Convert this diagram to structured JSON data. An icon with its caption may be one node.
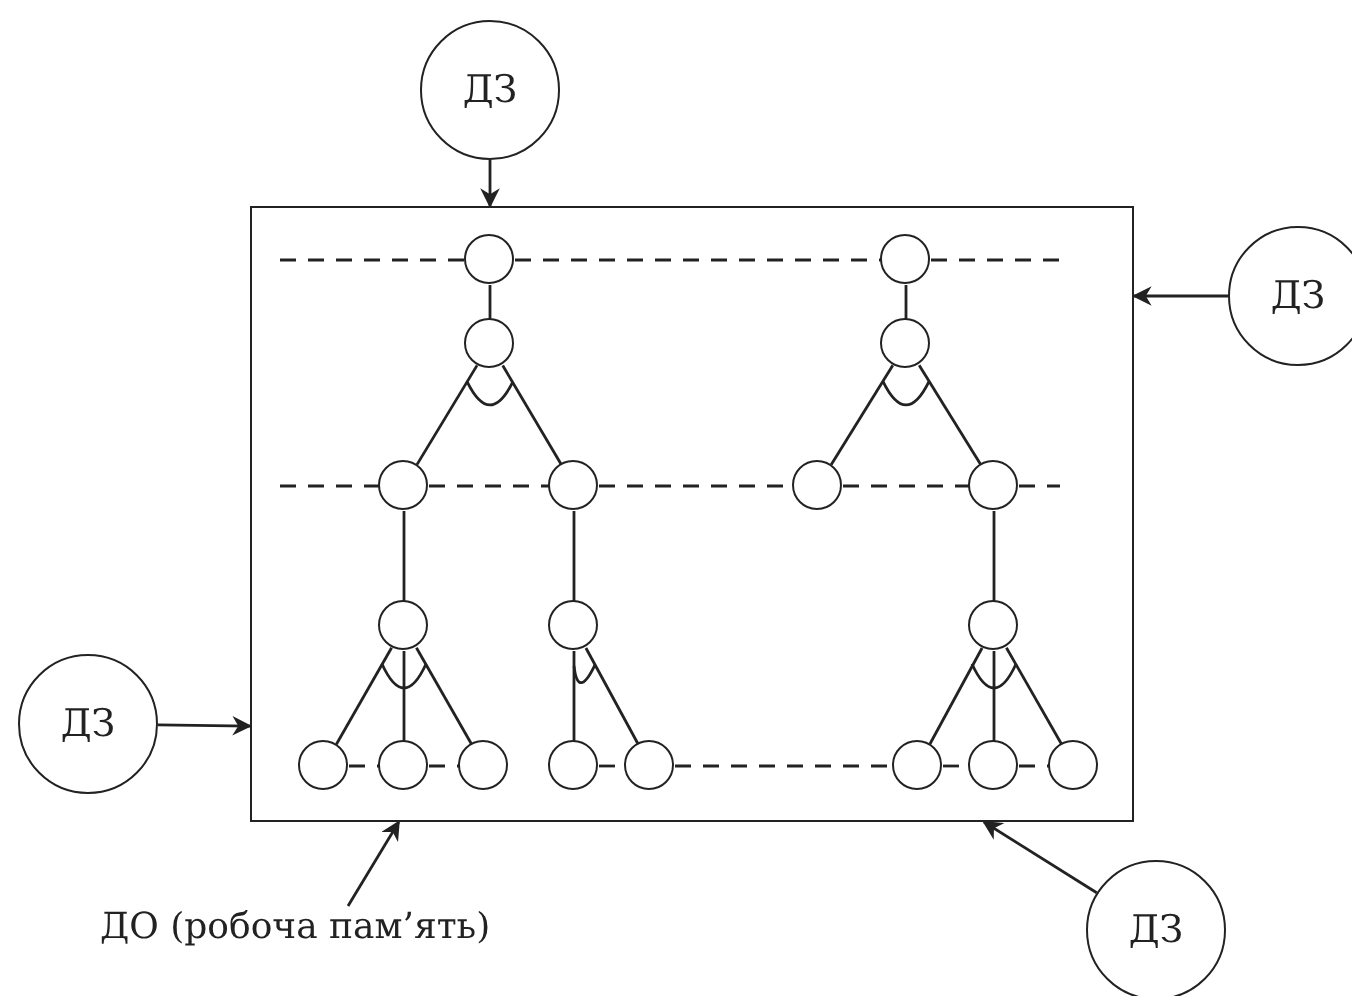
{
  "diagram": {
    "nodes": [
      {
        "text": [
          "ДЗ"
        ]
      },
      {
        "text": [],
        "shape": "box"
      },
      {
        "text": [
          "ДЗ"
        ]
      },
      {
        "text": [],
        "shape": "circle",
        "in": 1
      },
      {
        "text": [],
        "shape": "circle",
        "in": 1
      },
      {
        "text": [],
        "shape": "circle",
        "in": 1
      },
      {
        "text": [],
        "shape": "circle",
        "in": 1
      },
      {
        "text": [],
        "shape": "circle",
        "in": 1
      },
      {
        "text": [],
        "shape": "circle",
        "in": 1
      },
      {
        "text": [],
        "shape": "circle",
        "in": 1
      },
      {
        "text": [],
        "shape": "circle",
        "in": 1
      },
      {
        "text": [],
        "shape": "circle",
        "in": 1
      },
      {
        "text": [],
        "shape": "circle",
        "in": 1
      },
      {
        "text": [],
        "shape": "circle",
        "in": 1
      },
      {
        "text": [],
        "shape": "circle",
        "in": 1
      },
      {
        "text": [],
        "shape": "circle",
        "in": 1
      },
      {
        "text": [],
        "shape": "circle",
        "in": 1
      },
      {
        "text": [],
        "shape": "circle",
        "in": 1
      },
      {
        "text": [],
        "shape": "circle",
        "in": 1
      },
      {
        "text": [],
        "shape": "circle",
        "in": 1
      },
      {
        "text": [],
        "shape": "circle",
        "in": 1
      },
      {
        "text": [],
        "shape": "circle",
        "in": 1
      },
      {
        "text": [
          "ДЗ"
        ]
      },
      {
        "text": [
          "ДО (робоча пам’ять)"
        ]
      },
      {
        "text": [
          "ДЗ"
        ]
      }
    ],
    "edges": [
      {
        "from": 0,
        "to": 1,
        "arrow": "to"
      },
      {
        "from": 2,
        "to": 1,
        "arrow": "to"
      },
      {
        "from": 22,
        "to": 1,
        "arrow": "to"
      },
      {
        "from": 23,
        "to": 1,
        "arrow": "to"
      },
      {
        "from": 24,
        "to": 1,
        "arrow": "to"
      },
      {
        "from": 3,
        "to": 5,
        "arrow": "none"
      },
      {
        "from": 5,
        "to": 7,
        "arrow": "none"
      },
      {
        "from": 5,
        "to": 8,
        "arrow": "none"
      },
      {
        "from": 7,
        "to": 11,
        "arrow": "none"
      },
      {
        "from": 8,
        "to": 12,
        "arrow": "none"
      },
      {
        "from": 11,
        "to": 14,
        "arrow": "none"
      },
      {
        "from": 11,
        "to": 15,
        "arrow": "none"
      },
      {
        "from": 11,
        "to": 16,
        "arrow": "none"
      },
      {
        "from": 12,
        "to": 17,
        "arrow": "none"
      },
      {
        "from": 12,
        "to": 18,
        "arrow": "none"
      },
      {
        "from": 4,
        "to": 6,
        "arrow": "none"
      },
      {
        "from": 6,
        "to": 9,
        "arrow": "none"
      },
      {
        "from": 6,
        "to": 10,
        "arrow": "none"
      },
      {
        "from": 10,
        "to": 13,
        "arrow": "none"
      },
      {
        "from": 13,
        "to": 19,
        "arrow": "none"
      },
      {
        "from": 13,
        "to": 20,
        "arrow": "none"
      },
      {
        "from": 13,
        "to": 21,
        "arrow": "none"
      },
      {
        "from": 3,
        "to": 4,
        "arrow": "none",
        "style": "dashed"
      },
      {
        "from": 7,
        "to": 8,
        "arrow": "none",
        "style": "dashed"
      },
      {
        "from": 8,
        "to": 9,
        "arrow": "none",
        "style": "dashed"
      },
      {
        "from": 9,
        "to": 10,
        "arrow": "none",
        "style": "dashed"
      },
      {
        "from": 14,
        "to": 15,
        "arrow": "none",
        "style": "dashed"
      },
      {
        "from": 15,
        "to": 16,
        "arrow": "none",
        "style": "dashed"
      },
      {
        "from": 17,
        "to": 18,
        "arrow": "none",
        "style": "dashed"
      },
      {
        "from": 18,
        "to": 19,
        "arrow": "none",
        "style": "dashed"
      },
      {
        "from": 19,
        "to": 20,
        "arrow": "none",
        "style": "dashed"
      },
      {
        "from": 20,
        "to": 21,
        "arrow": "none",
        "style": "dashed"
      },
      {
        "from": null,
        "to": 3,
        "arrow": "none",
        "style": "dashed"
      },
      {
        "from": 4,
        "to": null,
        "arrow": "none",
        "style": "dashed"
      },
      {
        "from": null,
        "to": 7,
        "arrow": "none",
        "style": "dashed"
      },
      {
        "from": 10,
        "to": null,
        "arrow": "none",
        "style": "dashed"
      }
    ]
  }
}
